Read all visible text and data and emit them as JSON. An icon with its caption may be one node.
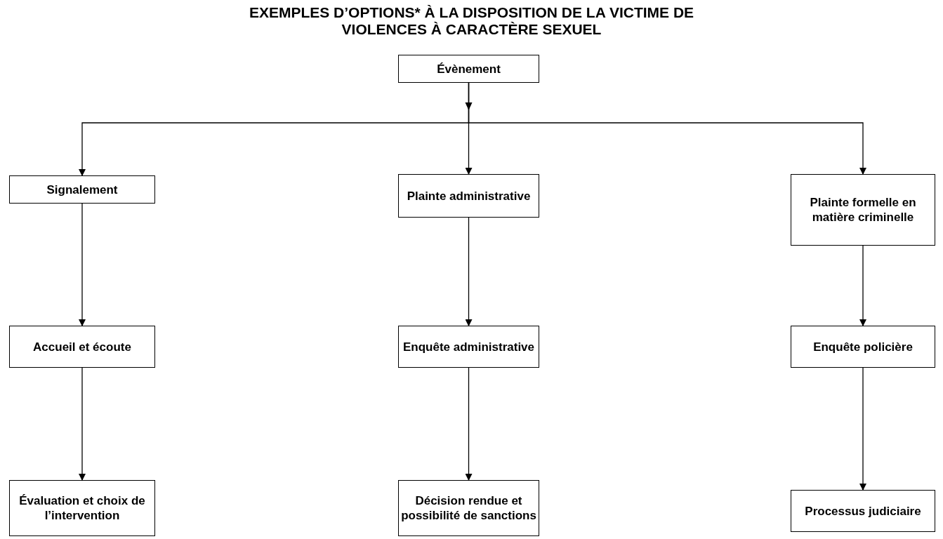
{
  "diagram": {
    "title": "EXEMPLES D’OPTIONS* À LA DISPOSITION DE LA VICTIME DE VIOLENCES À CARACTÈRE SEXUEL",
    "nodes": [
      {
        "text": [
          "Évènement"
        ]
      },
      {
        "text": [
          "Signalement"
        ]
      },
      {
        "text": [
          "Plainte administrative"
        ]
      },
      {
        "text": [
          "Plainte formelle en matière criminelle"
        ]
      },
      {
        "text": [
          "Accueil et écoute"
        ]
      },
      {
        "text": [
          "Enquête administrative"
        ]
      },
      {
        "text": [
          "Enquête policière"
        ]
      },
      {
        "text": [
          "Évaluation et choix de l’intervention"
        ]
      },
      {
        "text": [
          "Décision rendue et possibilité de sanctions"
        ]
      },
      {
        "text": [
          "Processus judiciaire"
        ]
      }
    ],
    "edges": [
      {
        "from": 0,
        "to": 1,
        "arrow": "to"
      },
      {
        "from": 0,
        "to": 2,
        "arrow": "to"
      },
      {
        "from": 0,
        "to": 3,
        "arrow": "to"
      },
      {
        "from": 1,
        "to": 4,
        "arrow": "to"
      },
      {
        "from": 2,
        "to": 5,
        "arrow": "to"
      },
      {
        "from": 3,
        "to": 6,
        "arrow": "to"
      },
      {
        "from": 4,
        "to": 7,
        "arrow": "to"
      },
      {
        "from": 5,
        "to": 8,
        "arrow": "to"
      },
      {
        "from": 6,
        "to": 9,
        "arrow": "to"
      }
    ]
  }
}
